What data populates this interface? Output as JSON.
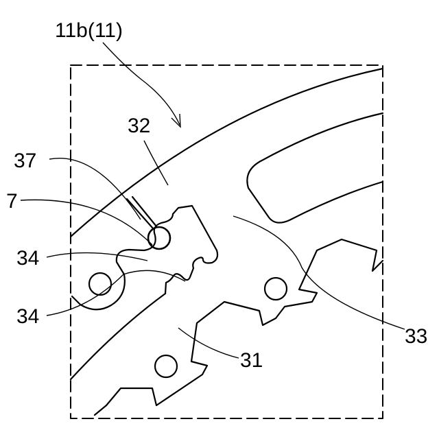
{
  "figure": {
    "title_label": "11b(11)",
    "callouts": [
      {
        "id": "c32",
        "text": "32"
      },
      {
        "id": "c37",
        "text": "37"
      },
      {
        "id": "c7",
        "text": "7"
      },
      {
        "id": "c34a",
        "text": "34"
      },
      {
        "id": "c34b",
        "text": "34"
      },
      {
        "id": "c31",
        "text": "31"
      },
      {
        "id": "c33",
        "text": "33"
      }
    ]
  },
  "colors": {
    "stroke": "#000000",
    "background": "#ffffff"
  }
}
